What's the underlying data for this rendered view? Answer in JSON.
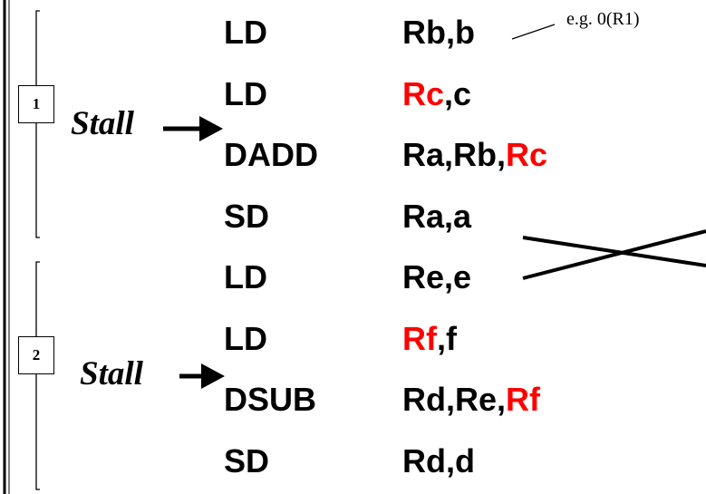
{
  "colors": {
    "text": "#000000",
    "highlight": "#ff0000",
    "background": "#ffffff"
  },
  "note": "e.g. 0(R1)",
  "groups": [
    {
      "label": "1",
      "stall": "Stall"
    },
    {
      "label": "2",
      "stall": "Stall"
    }
  ],
  "instructions": [
    {
      "op": "LD",
      "args": [
        {
          "t": "Rb,b",
          "hl": false
        }
      ]
    },
    {
      "op": "LD",
      "args": [
        {
          "t": "Rc",
          "hl": true
        },
        {
          "t": ",c",
          "hl": false
        }
      ]
    },
    {
      "op": "DADD",
      "args": [
        {
          "t": "Ra,Rb,",
          "hl": false
        },
        {
          "t": "Rc",
          "hl": true
        }
      ]
    },
    {
      "op": "SD",
      "args": [
        {
          "t": "Ra,a",
          "hl": false
        }
      ]
    },
    {
      "op": "LD",
      "args": [
        {
          "t": "Re,e",
          "hl": false
        }
      ]
    },
    {
      "op": "LD",
      "args": [
        {
          "t": "Rf",
          "hl": true
        },
        {
          "t": ",f",
          "hl": false
        }
      ]
    },
    {
      "op": "DSUB",
      "args": [
        {
          "t": "Rd,Re,",
          "hl": false
        },
        {
          "t": "Rf",
          "hl": true
        }
      ]
    },
    {
      "op": "SD",
      "args": [
        {
          "t": "Rd,d",
          "hl": false
        }
      ]
    }
  ]
}
